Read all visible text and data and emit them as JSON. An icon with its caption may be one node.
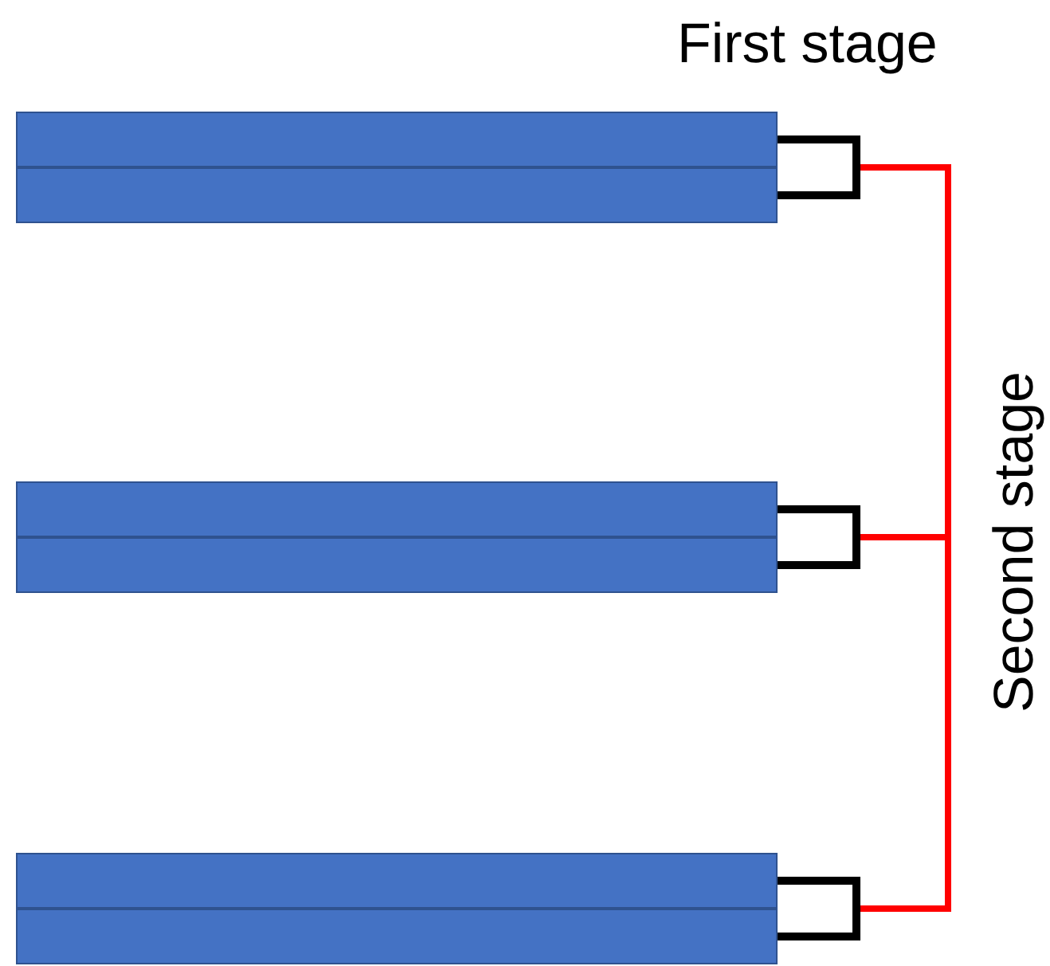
{
  "diagram": {
    "nodes": [
      {
        "text": [],
        "shape": "bar"
      },
      {
        "text": [],
        "shape": "bar"
      },
      {
        "text": [],
        "shape": "bar"
      },
      {
        "text": [],
        "shape": "bar"
      },
      {
        "text": [],
        "shape": "bar"
      },
      {
        "text": [],
        "shape": "bar"
      },
      {
        "text": [],
        "shape": "bar"
      },
      {
        "text": [],
        "shape": "bar"
      },
      {
        "text": [],
        "shape": "bar"
      }
    ],
    "edges": [
      {
        "from": 0,
        "to": 6,
        "arrow": "none"
      },
      {
        "from": 1,
        "to": 6,
        "arrow": "none"
      },
      {
        "from": 2,
        "to": 7,
        "arrow": "none"
      },
      {
        "from": 3,
        "to": 7,
        "arrow": "none"
      },
      {
        "from": 4,
        "to": 8,
        "arrow": "none"
      },
      {
        "from": 5,
        "to": 8,
        "arrow": "none"
      },
      {
        "from": 6,
        "to": 7,
        "arrow": "none",
        "color": "#ff0000"
      },
      {
        "from": 7,
        "to": 8,
        "arrow": "none",
        "color": "#ff0000"
      }
    ],
    "labels": [
      "First stage",
      "Second stage"
    ]
  }
}
